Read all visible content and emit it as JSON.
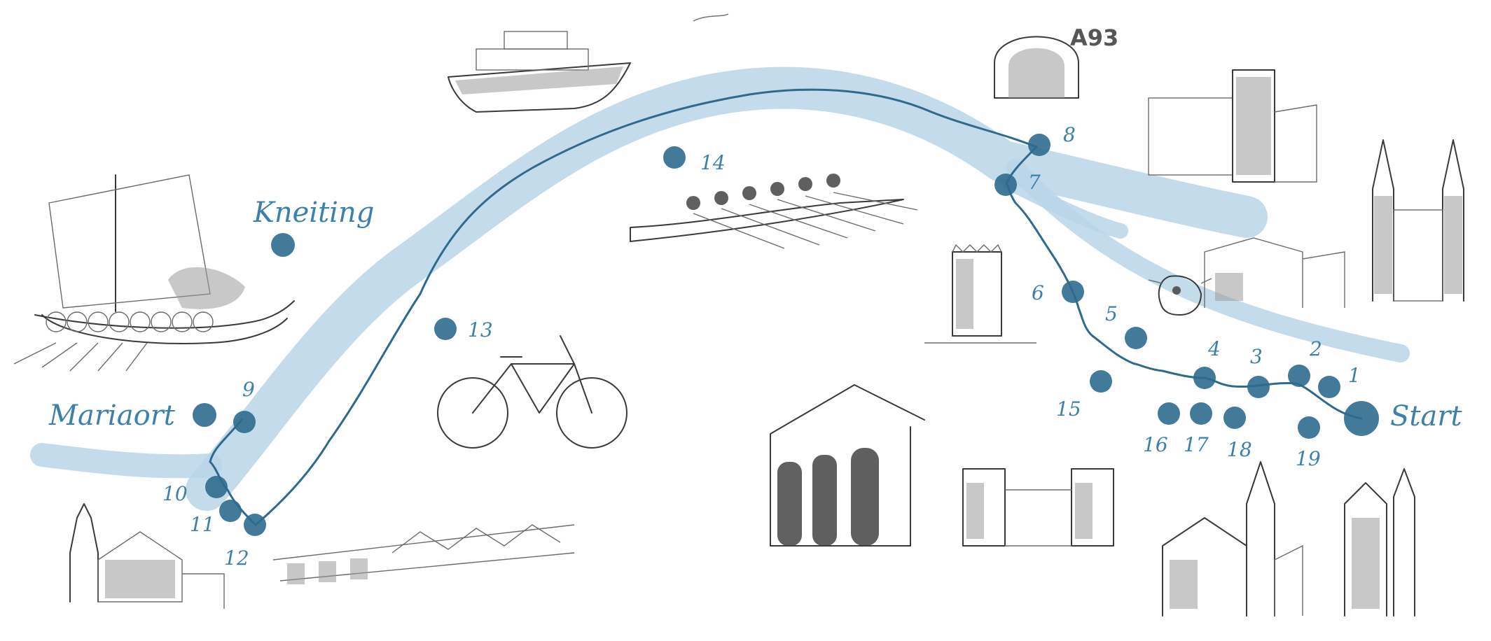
{
  "map": {
    "places": {
      "kneiting": "Kneiting",
      "mariaort": "Mariaort",
      "start": "Start"
    },
    "road_label": "A93",
    "stops": [
      "1",
      "2",
      "3",
      "4",
      "5",
      "6",
      "7",
      "8",
      "9",
      "10",
      "11",
      "12",
      "13",
      "14",
      "15",
      "16",
      "17",
      "18",
      "19"
    ],
    "colors": {
      "river": "#b9d5e7",
      "route": "#2f6a8e",
      "label": "#3d80ab"
    },
    "illustrations": [
      "viking-ship",
      "passenger-ship",
      "rowing-boat",
      "bicycle",
      "tunnel",
      "castle-ruin",
      "tower",
      "cow",
      "houses",
      "cathedral",
      "temple",
      "city-gate",
      "church-left",
      "church-right",
      "church-far-right",
      "railway-bridge"
    ]
  }
}
